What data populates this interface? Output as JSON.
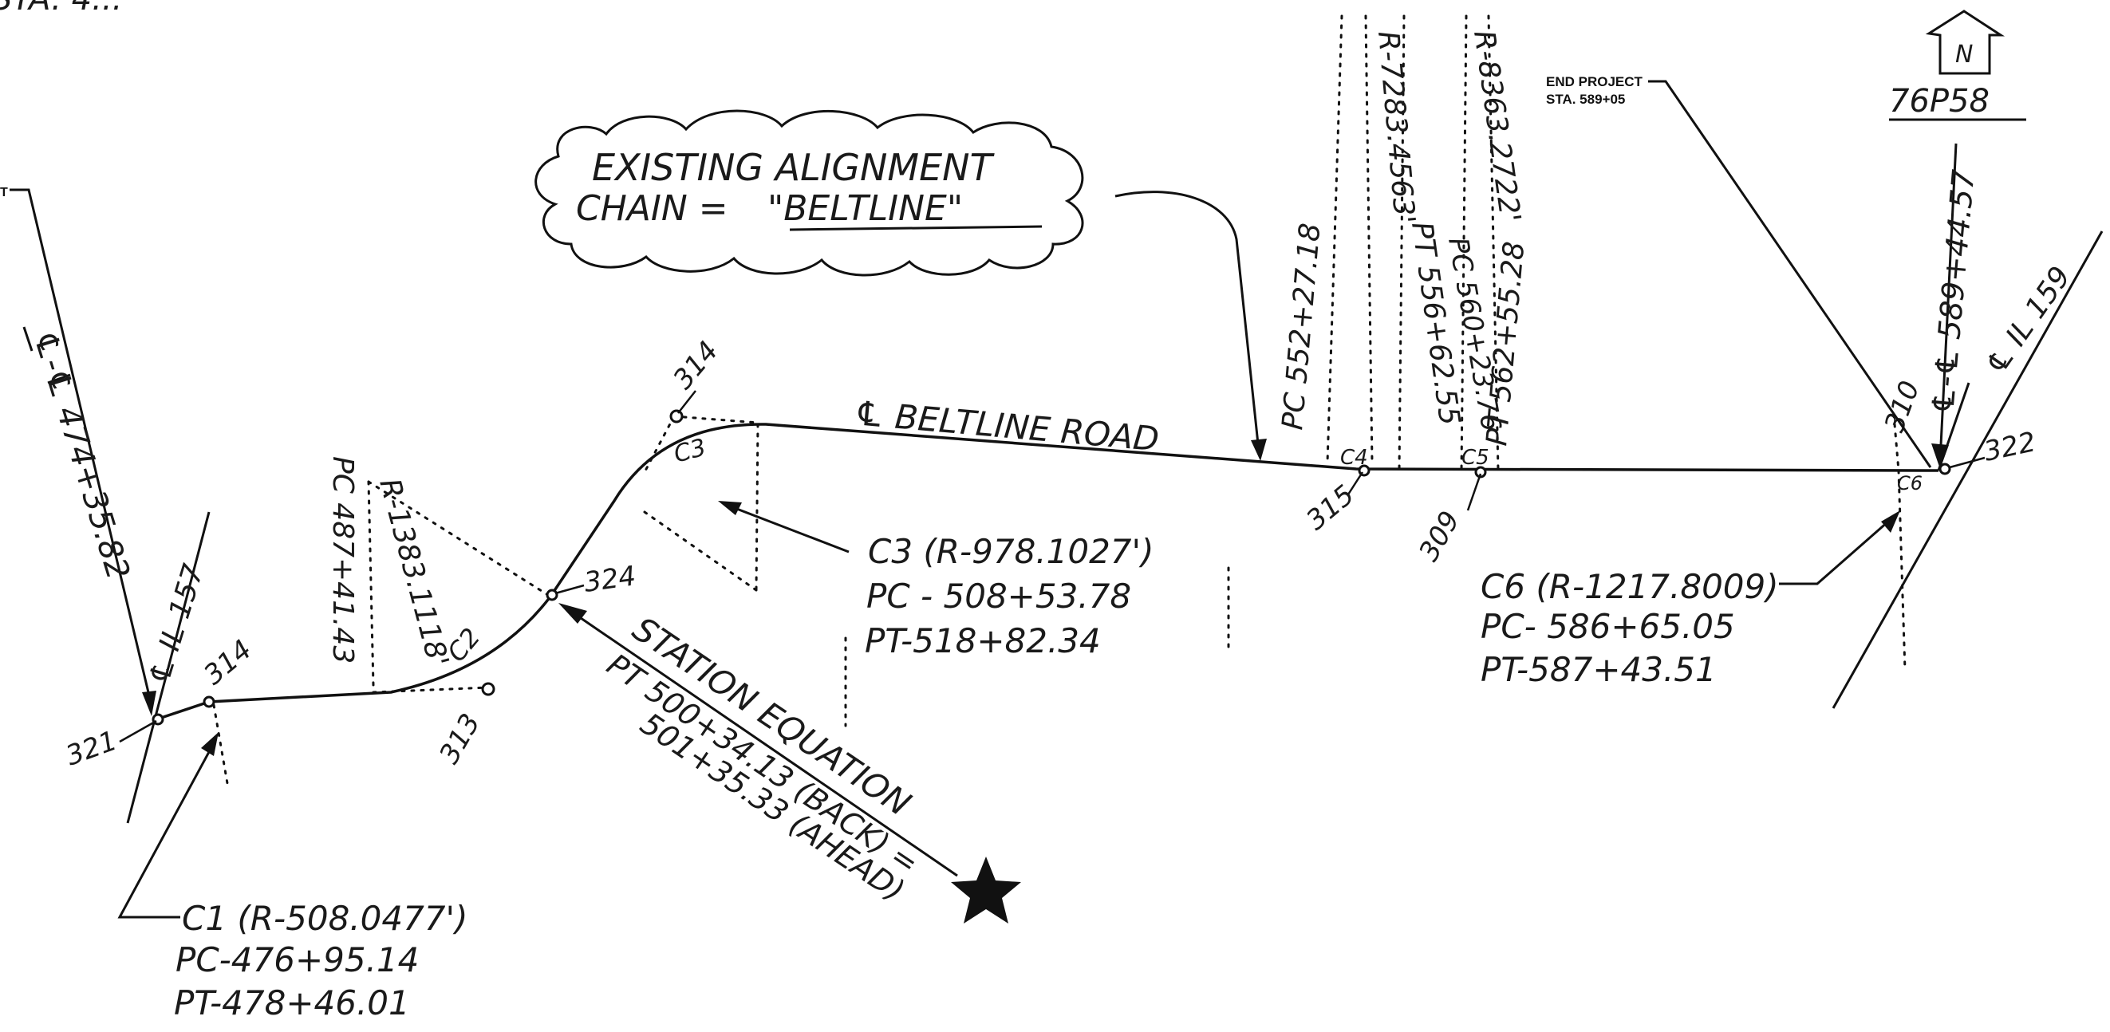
{
  "sheet": {
    "corner_text": "STA. 4...",
    "north_label": "N",
    "sheet_number": "76P58",
    "project_start_tick": "T",
    "end_project": {
      "line1": "END PROJECT",
      "line2": "STA. 589+05"
    }
  },
  "callout": {
    "line1": "EXISTING ALIGNMENT",
    "line2_prefix": "CHAIN = ",
    "line2_value": "\"BELTLINE\""
  },
  "road_label": "℄ BELTLINE ROAD",
  "station_labels": {
    "left_centerline": "℄-℄ 474+35.82",
    "il157": "℄ IL 157",
    "pc_c2": "PC 487+41.43",
    "r_c2": "R-1383.1118'",
    "c2": "C2",
    "c3": "C3",
    "pc_c4": "PC 552+27.18",
    "r_c4": "R-7283.4563'",
    "pt_c4": "PT 556+62.55",
    "pc_c5": "PC 560+23.76",
    "r_c5": "R-8363.2722'",
    "pt_c5": "PT 562+55.28",
    "c4": "C4",
    "c5": "C5",
    "c6": "C6",
    "il159": "℄ IL 159",
    "right_centerline": "℄-℄ 589+44.57"
  },
  "points": {
    "p321": "321",
    "p314a": "314",
    "p313": "313",
    "p324": "324",
    "p314b": "314",
    "p315": "315",
    "p309": "309",
    "p310": "310",
    "p322": "322"
  },
  "curves": {
    "c1": {
      "title": "C1 (R-508.0477')",
      "pc": "PC-476+95.14",
      "pt": "PT-478+46.01"
    },
    "c3": {
      "title": "C3 (R-978.1027')",
      "pc": "PC - 508+53.78",
      "pt": "PT-518+82.34"
    },
    "c6": {
      "title": "C6 (R-1217.8009)",
      "pc": "PC- 586+65.05",
      "pt": "PT-587+43.51"
    }
  },
  "station_equation": {
    "line1": "STATION EQUATION",
    "line2": "PT 500+34.13 (BACK) =",
    "line3": "501+35.33 (AHEAD)"
  }
}
